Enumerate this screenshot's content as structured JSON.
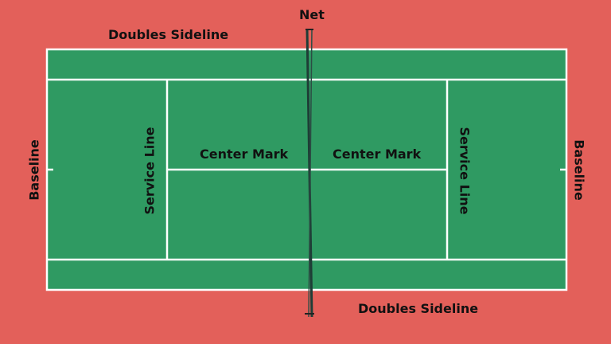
{
  "colors": {
    "surround": "#e3605a",
    "court": "#2f9a62",
    "lines": "#ffffff",
    "net": "#1e3d36"
  },
  "labels": {
    "net": "Net",
    "doubles_sideline_top": "Doubles Sideline",
    "doubles_sideline_bottom": "Doubles Sideline",
    "baseline_left": "Baseline",
    "baseline_right": "Baseline",
    "service_line_left": "Service Line",
    "service_line_right": "Service Line",
    "center_mark_left": "Center Mark",
    "center_mark_right": "Center Mark"
  }
}
